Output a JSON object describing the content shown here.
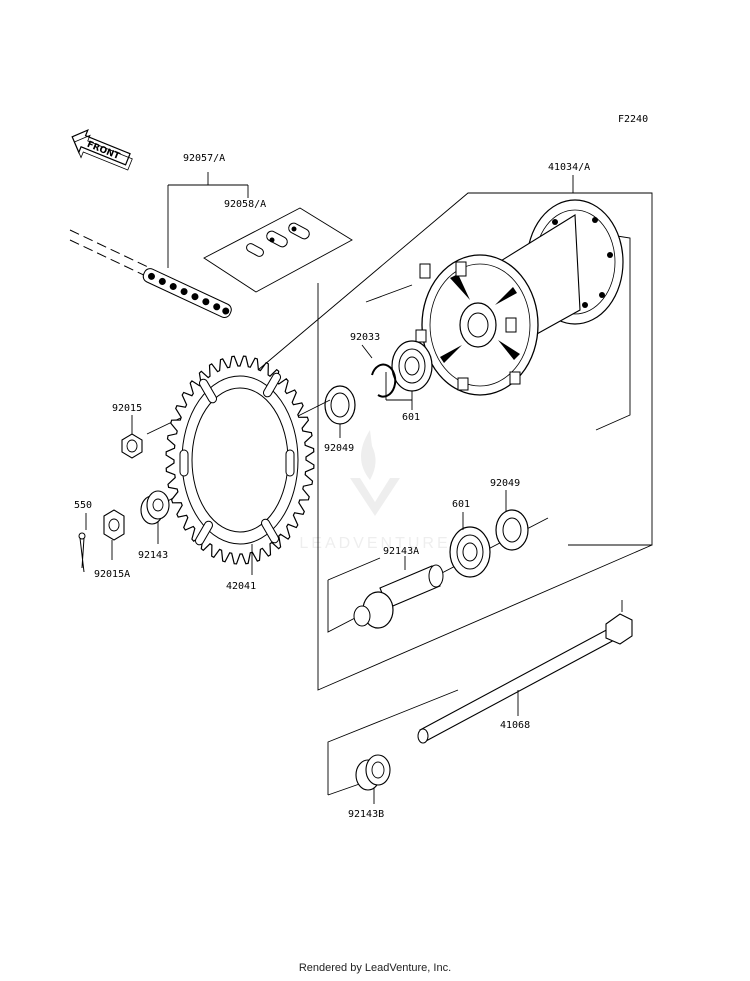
{
  "diagram_code": "F2240",
  "front_label": "FRONT",
  "watermark_text": "LEADVENTURE",
  "footer_text": "Rendered by LeadVenture, Inc.",
  "colors": {
    "line": "#000000",
    "background": "#ffffff",
    "watermark": "#d8d8d8"
  },
  "parts": [
    {
      "id": "chain",
      "number": "92057/A"
    },
    {
      "id": "master-link",
      "number": "92058/A"
    },
    {
      "id": "hub",
      "number": "41034/A"
    },
    {
      "id": "circlip",
      "number": "92033"
    },
    {
      "id": "oil-seal-left",
      "number": "92049"
    },
    {
      "id": "bearing-left",
      "number": "601"
    },
    {
      "id": "sprocket-bolt",
      "number": "92015"
    },
    {
      "id": "cotter-pin",
      "number": "550"
    },
    {
      "id": "castle-nut",
      "number": "92015A"
    },
    {
      "id": "sprocket-collar",
      "number": "92143"
    },
    {
      "id": "sprocket",
      "number": "42041"
    },
    {
      "id": "bearing-right",
      "number": "601"
    },
    {
      "id": "oil-seal-right",
      "number": "92049"
    },
    {
      "id": "axle-collar-long",
      "number": "92143A"
    },
    {
      "id": "axle",
      "number": "41068"
    },
    {
      "id": "axle-collar-short",
      "number": "92143B"
    }
  ]
}
